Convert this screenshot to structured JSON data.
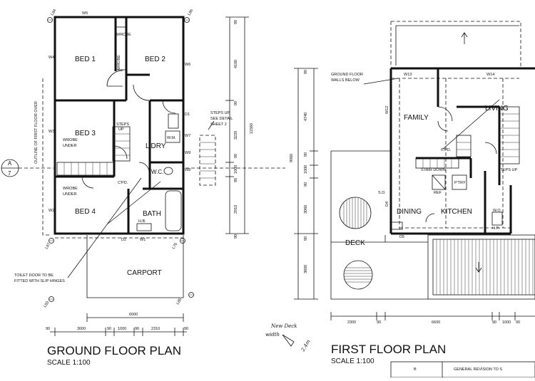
{
  "ground": {
    "title": "GROUND FLOOR PLAN",
    "scale": "SCALE 1:100",
    "rooms": {
      "bed1": "BED 1",
      "bed2": "BED 2",
      "bed3": "BED 3",
      "bed4": "BED 4",
      "ldry": "L'DRY",
      "bath": "BATH",
      "wc": "W.C.",
      "carport": "CARPORT"
    },
    "labels": {
      "wrobe_top": "WROBE",
      "wrobe_v": "WROBE",
      "wrobe_under_a": "WROBE",
      "under_a": "UNDER",
      "wrobe_under_b": "WROBE",
      "under_b": "UNDER",
      "cpd": "C'PD.",
      "steps": "STEPS",
      "up": "UP",
      "wm": "W.M.",
      "hb": "H.B.",
      "steps_up_1": "STEPS UP",
      "steps_up_2": "SEE DETAIL",
      "steps_up_3": "SHEET 2",
      "outline": "OUTLINE OF FIRST FLOOR OVER",
      "toilet_1": "TOILET DOOR TO BE",
      "toilet_2": "FITTED WITH SLIP HINGES",
      "section_letter": "A",
      "section_sheet": "7"
    },
    "windows": [
      "W5",
      "W4",
      "W6",
      "W3",
      "W2",
      "W1",
      "D1",
      "D2",
      "W7",
      "W8",
      "W9"
    ],
    "corners": [
      "L84",
      "L86",
      "L87",
      "L76",
      "L85",
      "L83"
    ],
    "dims_bottom": [
      "90",
      "3000",
      "90",
      "1000",
      "90",
      "2310",
      "90"
    ],
    "dim_overall": "6000",
    "dims_right": [
      "90",
      "4100",
      "90",
      "3220",
      "90",
      "1000",
      "90",
      "2910",
      "90"
    ],
    "dim_total_right": "11560"
  },
  "first": {
    "title": "FIRST FLOOR PLAN",
    "scale": "SCALE 1:100",
    "rooms": {
      "family": "FAMILY",
      "living": "LIVING",
      "dining": "DINING",
      "kitchen": "KITCHEN",
      "deck": "DECK",
      "ptry": "P'TRY",
      "wo": "W.O."
    },
    "labels": {
      "ground_walls_1": "GROUND FLOOR",
      "ground_walls_2": "WALLS BELOW",
      "stair_down": "STAIR DOWN",
      "cpd": "C'PD.",
      "sd": "S.D.",
      "ref": "REF",
      "hp": "H.P.",
      "stair_up": "STEPS UP"
    },
    "windows": [
      "W13",
      "W14",
      "W12",
      "D5",
      "D4"
    ],
    "dims_left": [
      "90",
      "4740",
      "90",
      "1000",
      "90",
      "3060",
      "90",
      "3600"
    ],
    "dim_total_left": "9060",
    "dims_bottom": [
      "2300",
      "90",
      "6600",
      "90",
      "1000",
      "90"
    ],
    "note_1": "New Deck",
    "note_2": "width",
    "note_3": "2.4m"
  },
  "revision": {
    "letter": "B",
    "text": "GENERAL REVISION TO S"
  }
}
